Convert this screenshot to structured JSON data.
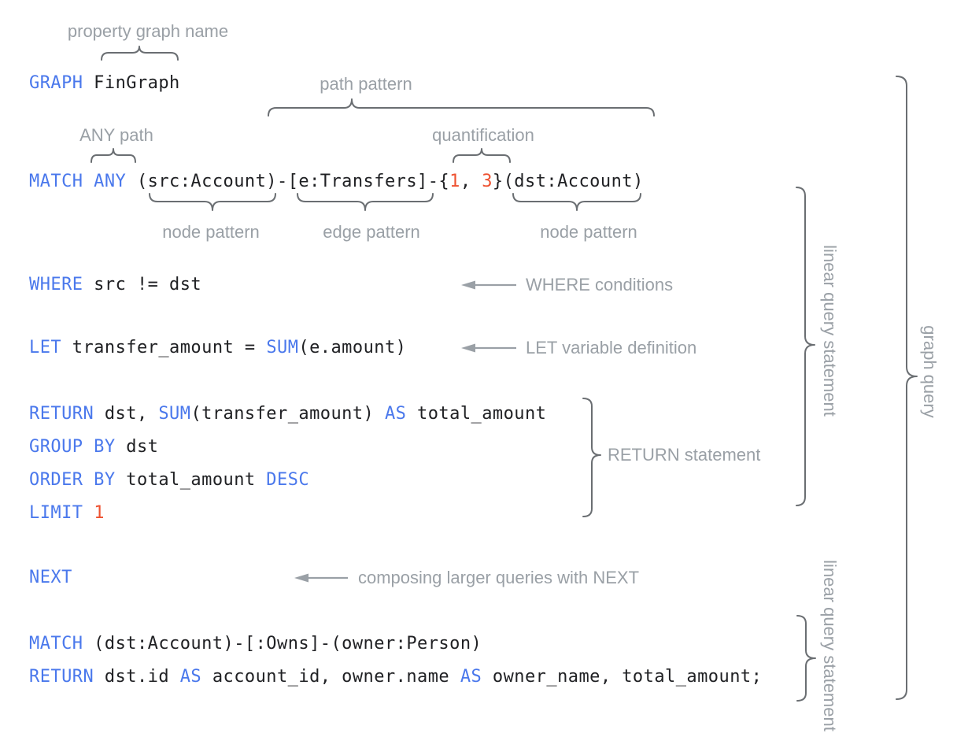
{
  "colors": {
    "keyword": "#4a78ec",
    "number": "#ee5130",
    "code": "#202124",
    "annotation": "#9aa0a6",
    "arrow": "#9aa0a6",
    "brace": "#6a6e72"
  },
  "code": {
    "lines": [
      {
        "name": "graph-clause",
        "segments": [
          {
            "text": "GRAPH"
          },
          {
            "text": " FinGraph"
          }
        ]
      },
      {
        "name": "match-any-clause",
        "segments": [
          {
            "text": "MATCH ANY"
          },
          {
            "text": " (src:Account)-[e:Transfers]-{"
          },
          {
            "text": "1"
          },
          {
            "text": ", "
          },
          {
            "text": "3"
          },
          {
            "text": "}(dst:Account)"
          }
        ]
      },
      {
        "name": "where-clause",
        "segments": [
          {
            "text": "WHERE"
          },
          {
            "text": " src != dst"
          }
        ]
      },
      {
        "name": "let-clause",
        "segments": [
          {
            "text": "LET"
          },
          {
            "text": " transfer_amount = "
          },
          {
            "text": "SUM"
          },
          {
            "text": "(e.amount)"
          }
        ]
      },
      {
        "name": "return-clause",
        "segments": [
          {
            "text": "RETURN"
          },
          {
            "text": " dst, "
          },
          {
            "text": "SUM"
          },
          {
            "text": "(transfer_amount) "
          },
          {
            "text": "AS"
          },
          {
            "text": " total_amount"
          }
        ]
      },
      {
        "name": "group-by-clause",
        "segments": [
          {
            "text": "GROUP BY"
          },
          {
            "text": " dst"
          }
        ]
      },
      {
        "name": "order-by-clause",
        "segments": [
          {
            "text": "ORDER BY"
          },
          {
            "text": " total_amount "
          },
          {
            "text": "DESC"
          }
        ]
      },
      {
        "name": "limit-clause",
        "segments": [
          {
            "text": "LIMIT"
          },
          {
            "text": " "
          },
          {
            "text": "1"
          }
        ]
      },
      {
        "name": "next-clause",
        "segments": [
          {
            "text": "NEXT"
          }
        ]
      },
      {
        "name": "match-owns-clause",
        "segments": [
          {
            "text": "MATCH"
          },
          {
            "text": " (dst:Account)-[:Owns]-(owner:Person)"
          }
        ]
      },
      {
        "name": "final-return-clause",
        "segments": [
          {
            "text": "RETURN"
          },
          {
            "text": " dst.id "
          },
          {
            "text": "AS"
          },
          {
            "text": " account_id, owner.name "
          },
          {
            "text": "AS"
          },
          {
            "text": " owner_name, total_amount;"
          }
        ]
      }
    ]
  },
  "labels": {
    "property_graph_name": "property graph name",
    "path_pattern": "path pattern",
    "any_path": "ANY path",
    "quantification": "quantification",
    "node_pattern_src": "node pattern",
    "edge_pattern": "edge pattern",
    "node_pattern_dst": "node pattern",
    "where_conditions": "WHERE conditions",
    "let_variable_definition": "LET variable definition",
    "return_statement": "RETURN statement",
    "composing_next": "composing larger queries with NEXT",
    "linear_query_statement_1": "linear query statement",
    "graph_query": "graph query",
    "linear_query_statement_2": "linear query statement"
  }
}
